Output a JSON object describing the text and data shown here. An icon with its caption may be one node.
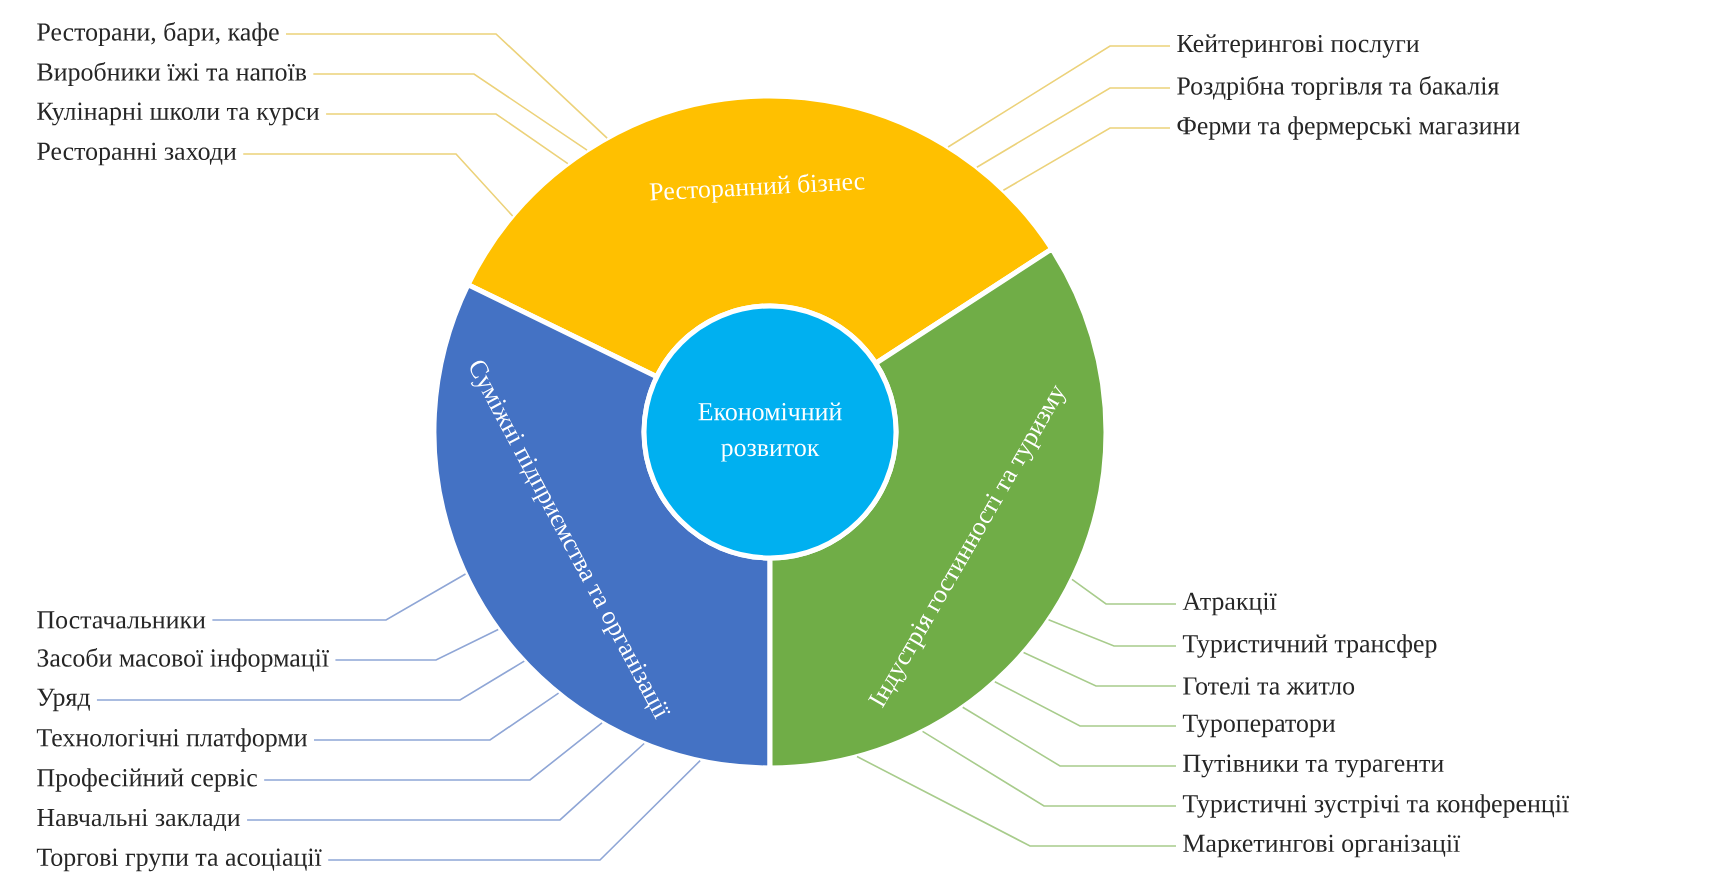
{
  "diagram": {
    "nodes": [
      {
        "text": [
          "Економічний розвиток"
        ]
      },
      {
        "text": [
          "Ресторанний бізнес"
        ]
      },
      {
        "text": [
          "Суміжні підприємства та організації"
        ]
      },
      {
        "text": [
          "Індустрія гостинності та туризму"
        ]
      },
      {
        "text": [
          "Ресторани, бари, кафе"
        ]
      },
      {
        "text": [
          "Виробники їжі та напоїв"
        ]
      },
      {
        "text": [
          "Кулінарні школи та курси"
        ]
      },
      {
        "text": [
          "Ресторанні заходи"
        ]
      },
      {
        "text": [
          "Кейтерингові послуги"
        ]
      },
      {
        "text": [
          "Роздрібна торгівля та бакалія"
        ]
      },
      {
        "text": [
          "Ферми та фермерські магазини"
        ]
      },
      {
        "text": [
          "Постачальники"
        ]
      },
      {
        "text": [
          "Засоби масової інформації"
        ]
      },
      {
        "text": [
          "Уряд"
        ]
      },
      {
        "text": [
          "Технологічні платформи"
        ]
      },
      {
        "text": [
          "Професійний сервіс"
        ]
      },
      {
        "text": [
          "Навчальні заклади"
        ]
      },
      {
        "text": [
          "Торгові групи та асоціації"
        ]
      },
      {
        "text": [
          "Атракції"
        ]
      },
      {
        "text": [
          "Туристичний трансфер"
        ]
      },
      {
        "text": [
          "Готелі та житло"
        ]
      },
      {
        "text": [
          "Туроператори"
        ]
      },
      {
        "text": [
          "Путівники та турагенти"
        ]
      },
      {
        "text": [
          "Туристичні зустрічі та конференції"
        ]
      },
      {
        "text": [
          "Маркетингові організації"
        ]
      }
    ],
    "edges": [
      {
        "from": 4,
        "to": 1,
        "arrow": "none",
        "color": "#ecd27a"
      },
      {
        "from": 5,
        "to": 1,
        "arrow": "none",
        "color": "#ecd27a"
      },
      {
        "from": 6,
        "to": 1,
        "arrow": "none",
        "color": "#ecd27a"
      },
      {
        "from": 7,
        "to": 1,
        "arrow": "none",
        "color": "#ecd27a"
      },
      {
        "from": 8,
        "to": 1,
        "arrow": "none",
        "color": "#ecd27a"
      },
      {
        "from": 9,
        "to": 1,
        "arrow": "none",
        "color": "#ecd27a"
      },
      {
        "from": 10,
        "to": 1,
        "arrow": "none",
        "color": "#ecd27a"
      },
      {
        "from": 11,
        "to": 2,
        "arrow": "none",
        "color": "#8fa6d6"
      },
      {
        "from": 12,
        "to": 2,
        "arrow": "none",
        "color": "#8fa6d6"
      },
      {
        "from": 13,
        "to": 2,
        "arrow": "none",
        "color": "#8fa6d6"
      },
      {
        "from": 14,
        "to": 2,
        "arrow": "none",
        "color": "#8fa6d6"
      },
      {
        "from": 15,
        "to": 2,
        "arrow": "none",
        "color": "#8fa6d6"
      },
      {
        "from": 16,
        "to": 2,
        "arrow": "none",
        "color": "#8fa6d6"
      },
      {
        "from": 17,
        "to": 2,
        "arrow": "none",
        "color": "#8fa6d6"
      },
      {
        "from": 18,
        "to": 3,
        "arrow": "none",
        "color": "#a8cc8c"
      },
      {
        "from": 19,
        "to": 3,
        "arrow": "none",
        "color": "#a8cc8c"
      },
      {
        "from": 20,
        "to": 3,
        "arrow": "none",
        "color": "#a8cc8c"
      },
      {
        "from": 21,
        "to": 3,
        "arrow": "none",
        "color": "#a8cc8c"
      },
      {
        "from": 22,
        "to": 3,
        "arrow": "none",
        "color": "#a8cc8c"
      },
      {
        "from": 23,
        "to": 3,
        "arrow": "none",
        "color": "#a8cc8c"
      },
      {
        "from": 24,
        "to": 3,
        "arrow": "none",
        "color": "#a8cc8c"
      }
    ]
  }
}
